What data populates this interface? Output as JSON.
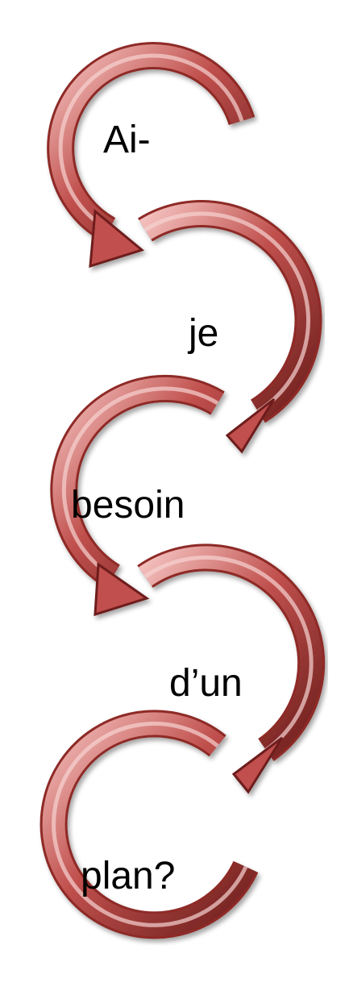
{
  "words": [
    "Ai-",
    "je",
    "besoin",
    "d’un",
    "plan?"
  ],
  "colors": {
    "arrow_main": "#c0504d",
    "arrow_light": "#f4c2bf",
    "arrow_dark": "#6e1f1d",
    "arrow_edge": "#8e2b28",
    "text": "#000000",
    "background": "#ffffff"
  }
}
